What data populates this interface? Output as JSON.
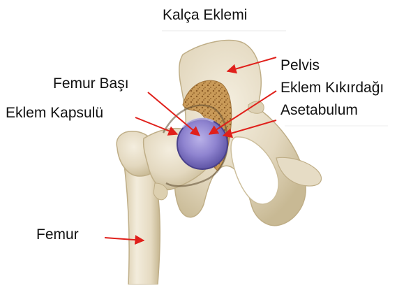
{
  "title": "Kalça Eklemi",
  "labels": {
    "pelvis": "Pelvis",
    "cartilage": "Eklem Kıkırdağı",
    "acetabulum": "Asetabulum",
    "femur_head": "Femur Başı",
    "capsule": "Eklem Kapsulü",
    "femur": "Femur"
  },
  "colors": {
    "bone": "#e6dcc5",
    "bone_shade": "#c9bc9c",
    "cartilage": "#8b80c9",
    "spongy": "#c79a5c",
    "arrow": "#e0201b"
  }
}
